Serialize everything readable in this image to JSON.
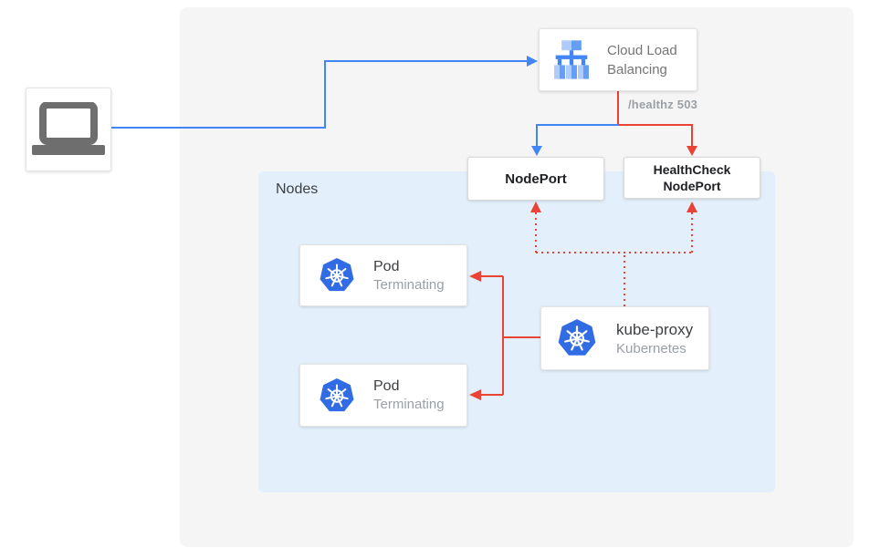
{
  "cloud_load_balancing": {
    "label": "Cloud Load Balancing"
  },
  "annotations": {
    "healthz": "/healthz 503"
  },
  "node_port": {
    "label": "NodePort"
  },
  "health_check_node_port": {
    "label": "HealthCheck NodePort"
  },
  "nodes": {
    "label": "Nodes"
  },
  "pods": [
    {
      "title": "Pod",
      "status": "Terminating"
    },
    {
      "title": "Pod",
      "status": "Terminating"
    }
  ],
  "kube_proxy": {
    "title": "kube-proxy",
    "subtitle": "Kubernetes"
  },
  "icons": {
    "client": "laptop-icon",
    "load_balancer": "cloud-load-balancing-icon",
    "kubernetes": "kubernetes-icon"
  },
  "colors": {
    "traffic_blue": "#4285F4",
    "health_check_red": "#EA4335",
    "nodes_background": "#E3F0FC",
    "canvas_background": "#F5F5F5",
    "kubernetes_blue": "#326CE5",
    "icon_light_blue": "#AECBFA",
    "icon_mid_blue": "#669DF6",
    "laptop_gray": "#6E6E6E"
  }
}
